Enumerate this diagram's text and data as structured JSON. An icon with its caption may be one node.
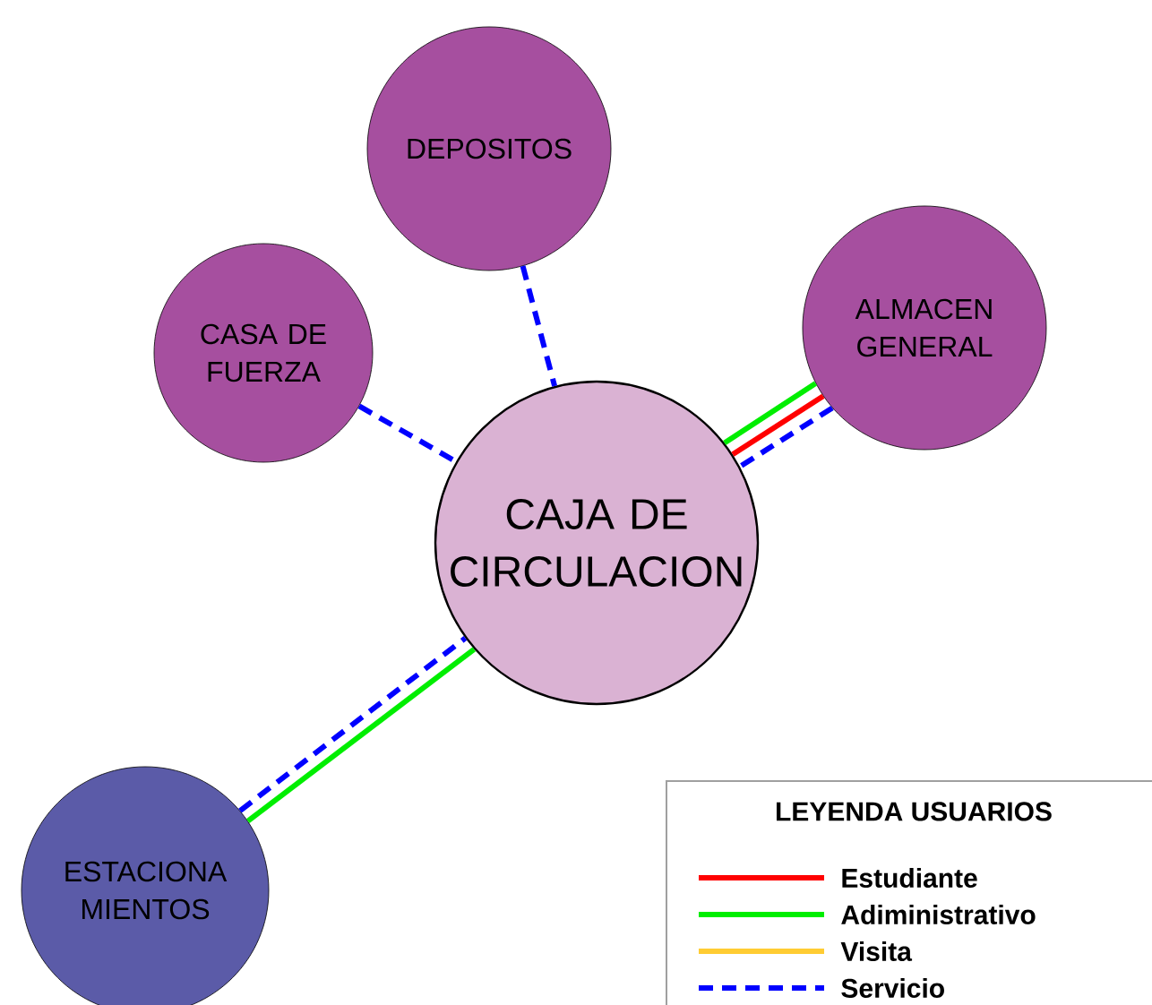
{
  "diagram": {
    "nodes": [
      {
        "text": [
          "DEPOSITOS"
        ]
      },
      {
        "text": [
          "CASA DE FUERZA"
        ]
      },
      {
        "text": [
          "ALMACEN GENERAL"
        ]
      },
      {
        "text": [
          "CAJA DE CIRCULACION"
        ]
      },
      {
        "text": [
          "ESTACIONA MIENTOS"
        ]
      }
    ],
    "edges": [
      {
        "from": 0,
        "to": 3,
        "arrow": "none",
        "style": "dashed",
        "color": "#0000ff"
      },
      {
        "from": 1,
        "to": 3,
        "arrow": "none",
        "style": "dashed",
        "color": "#0000ff"
      },
      {
        "from": 2,
        "to": 3,
        "arrow": "none",
        "color": "#00ee00"
      },
      {
        "from": 2,
        "to": 3,
        "arrow": "none",
        "color": "#ff0000"
      },
      {
        "from": 2,
        "to": 3,
        "arrow": "none",
        "style": "dashed",
        "color": "#0000ff"
      },
      {
        "from": 4,
        "to": 3,
        "arrow": "none",
        "color": "#00ee00"
      },
      {
        "from": 4,
        "to": 3,
        "arrow": "none",
        "style": "dashed",
        "color": "#0000ff"
      }
    ],
    "labels": [
      "LEYENDA USUARIOS"
    ],
    "legend": [
      {
        "text": "Estudiante"
      },
      {
        "text": "Adiministrativo"
      },
      {
        "text": "Visita"
      },
      {
        "text": "Servicio"
      }
    ]
  }
}
